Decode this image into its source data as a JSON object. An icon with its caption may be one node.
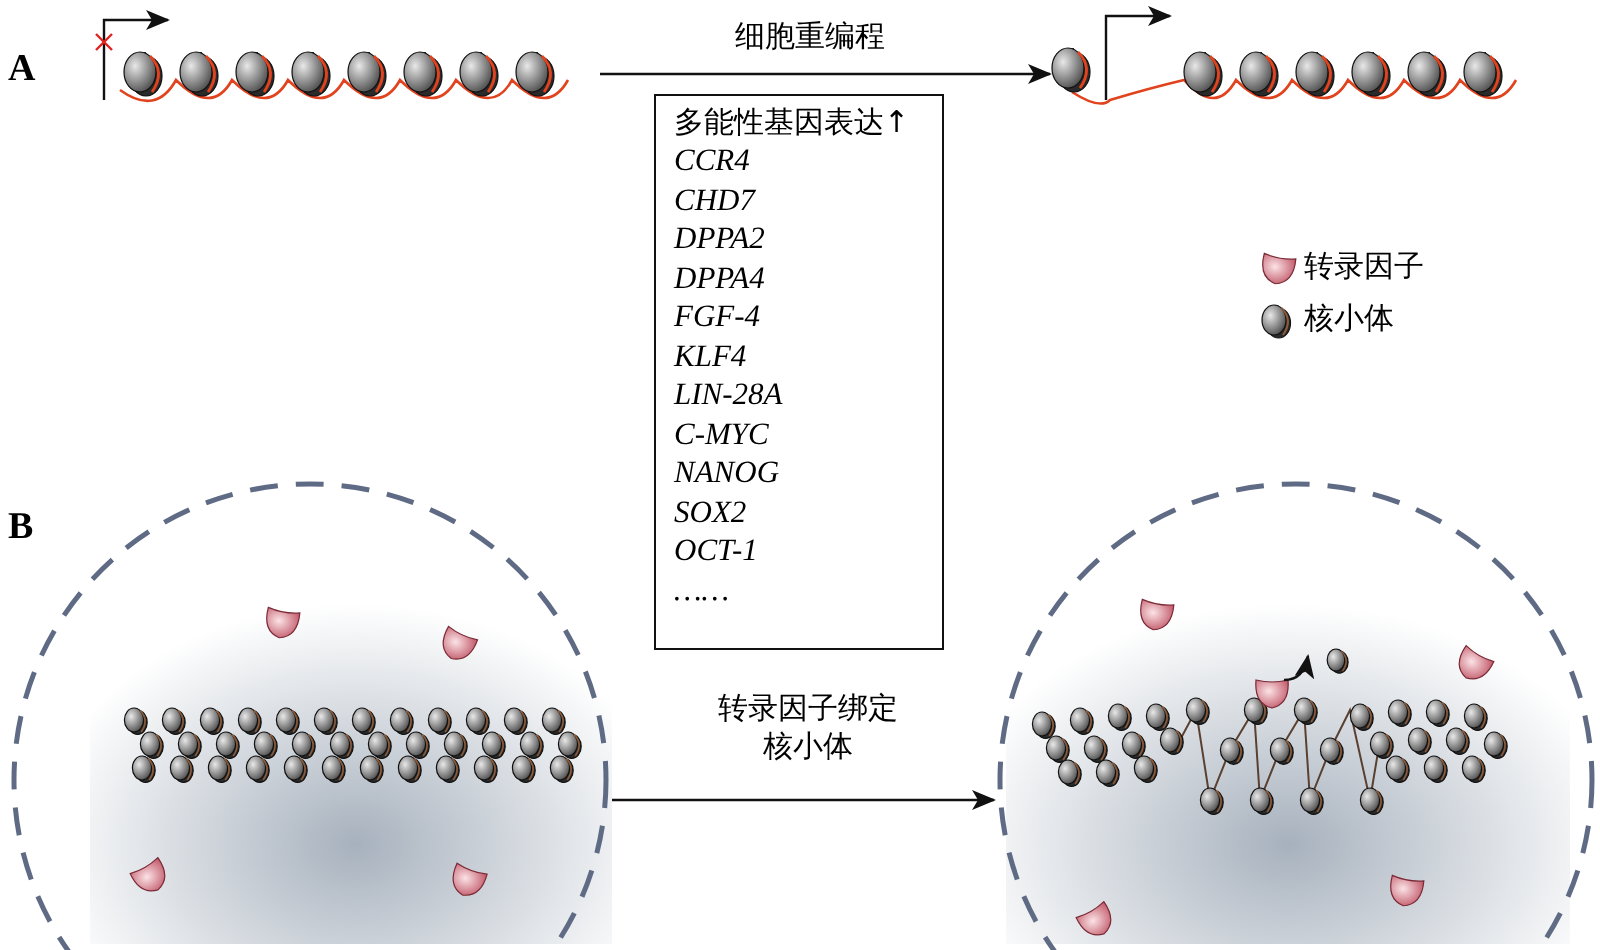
{
  "diagram": {
    "nodes": [
      {
        "text": [],
        "shape": "picture"
      },
      {
        "text": [],
        "shape": "picture"
      },
      {
        "text": [],
        "shape": "picture"
      },
      {
        "text": [],
        "shape": "picture"
      },
      {
        "text": [
          "多能性基因表达↑",
          "CCR4",
          "CHD7",
          "DPPA2",
          "DPPA4",
          "FGF-4",
          "KLF4",
          "LIN-28A",
          "C-MYC",
          "NANOG",
          "SOX2",
          "OCT-1",
          "……"
        ]
      }
    ],
    "edges": [
      {
        "from": 0,
        "to": 1,
        "arrow": "to",
        "label": "细胞重编程"
      },
      {
        "from": 2,
        "to": 3,
        "arrow": "to",
        "label": "转录因子绑定核小体"
      }
    ],
    "labels": [
      "A",
      "B"
    ],
    "legend": [
      {
        "text": "转录因子"
      },
      {
        "text": "核小体"
      }
    ]
  }
}
